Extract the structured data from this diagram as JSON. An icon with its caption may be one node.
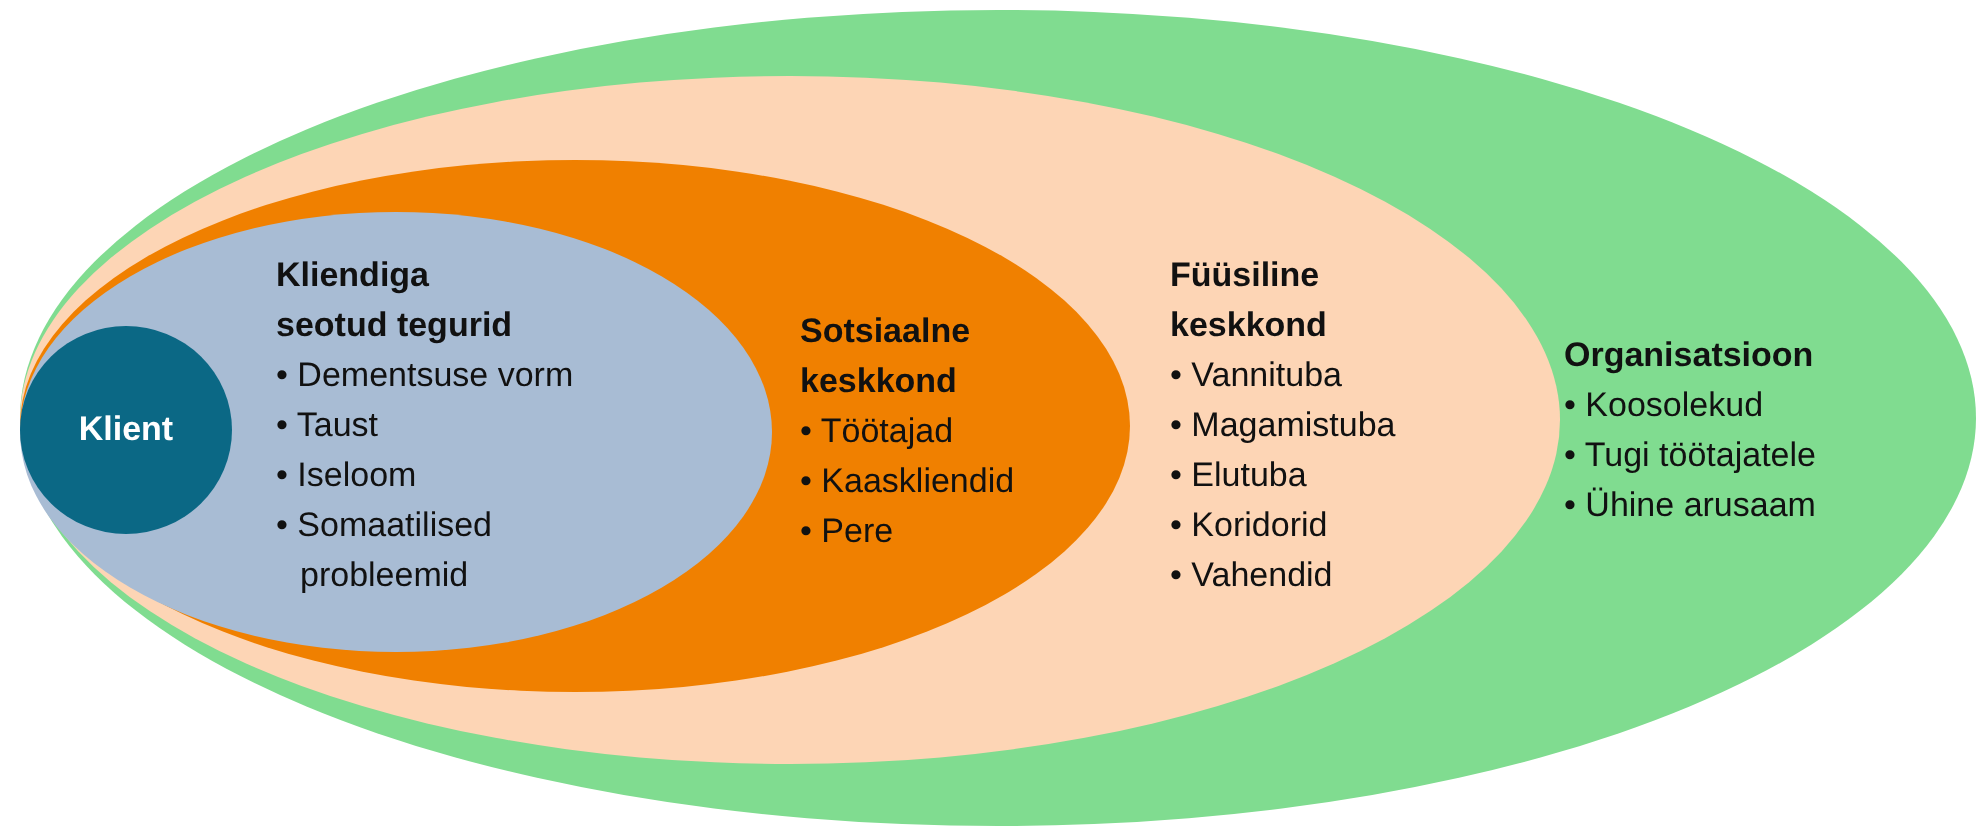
{
  "diagram": {
    "nodes": [
      {
        "text": [
          "Organisatsioon",
          "• Koosolekud",
          "• Tugi töötajatele",
          "• Ühine arusaam"
        ]
      },
      {
        "text": [
          "Füüsiline keskkond",
          "• Vannituba",
          "• Magamistuba",
          "• Elutuba",
          "• Koridorid",
          "• Vahendid"
        ],
        "in": 0
      },
      {
        "text": [
          "Sotsiaalne keskkond",
          "• Töötajad",
          "• Kaaskliendid",
          "• Pere"
        ],
        "in": 1
      },
      {
        "text": [
          "Kliendiga seotud tegurid",
          "• Dementsuse vorm",
          "• Taust",
          "• Iseloom",
          "• Somaatilised probleemid"
        ],
        "in": 2
      },
      {
        "text": [
          "Klient"
        ],
        "in": 3
      }
    ]
  }
}
